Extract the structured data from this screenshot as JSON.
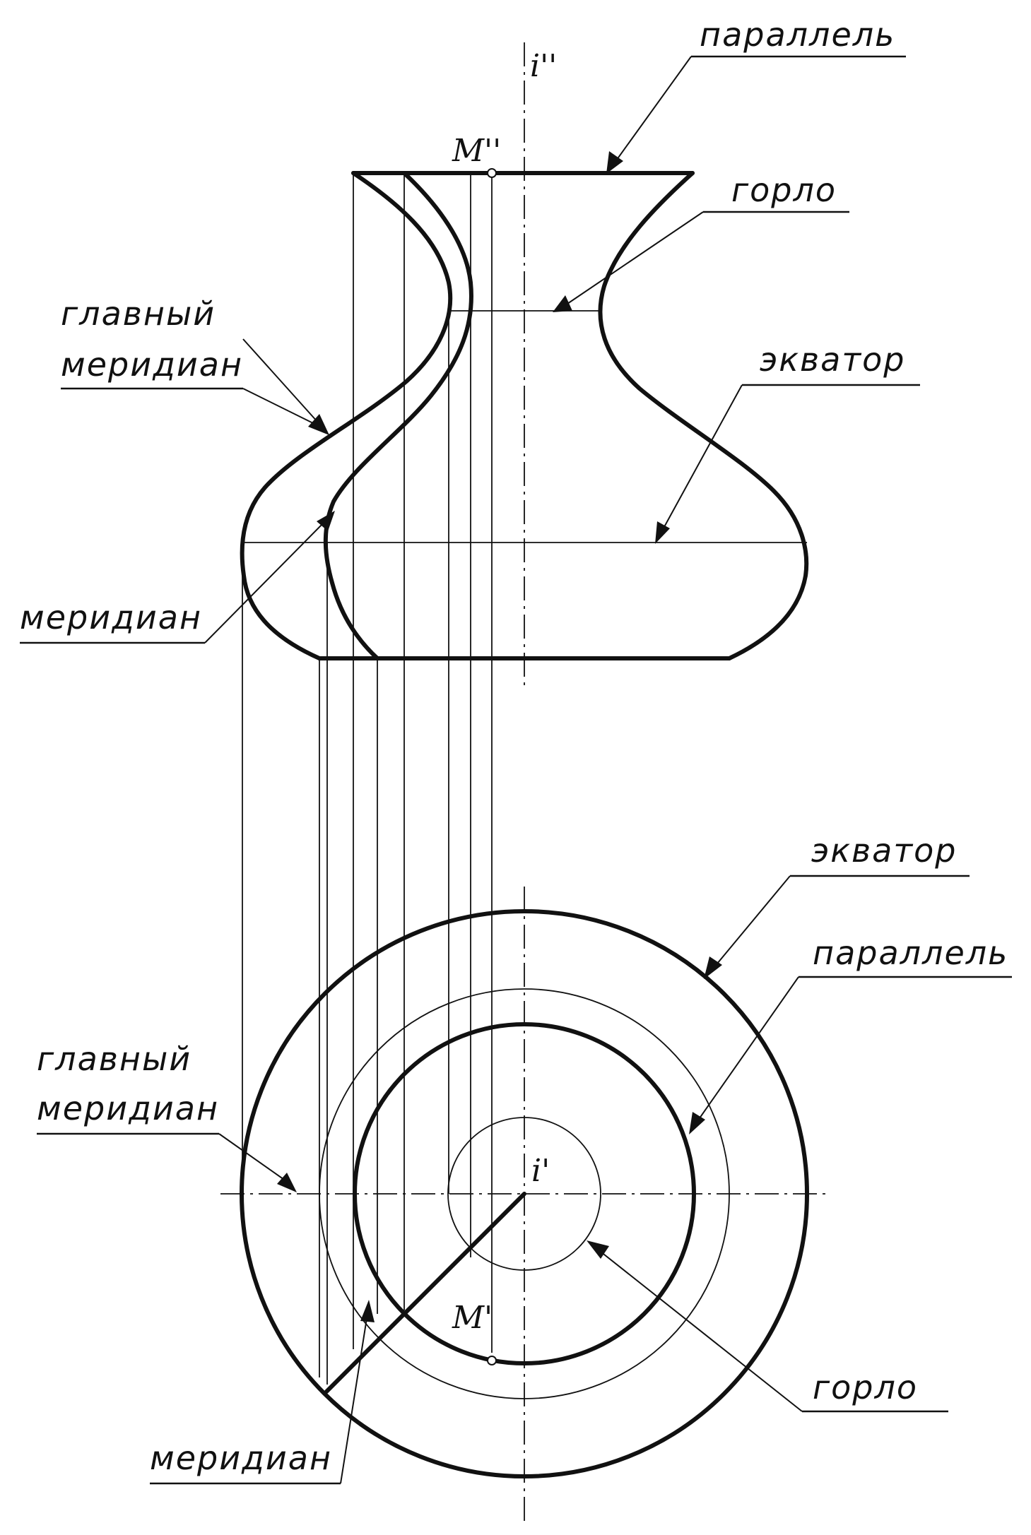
{
  "labels": {
    "axis_front": "i''",
    "axis_top": "i'",
    "point_front": "M''",
    "point_top": "M'",
    "front_parallel": "параллель",
    "front_throat": "горло",
    "front_main_meridian_1": "главный",
    "front_main_meridian_2": "меридиан",
    "front_equator": "экватор",
    "front_meridian": "меридиан",
    "top_equator": "экватор",
    "top_parallel": "параллель",
    "top_main_meridian_1": "главный",
    "top_main_meridian_2": "меридиан",
    "top_throat": "горло",
    "top_meridian": "меридиан"
  }
}
